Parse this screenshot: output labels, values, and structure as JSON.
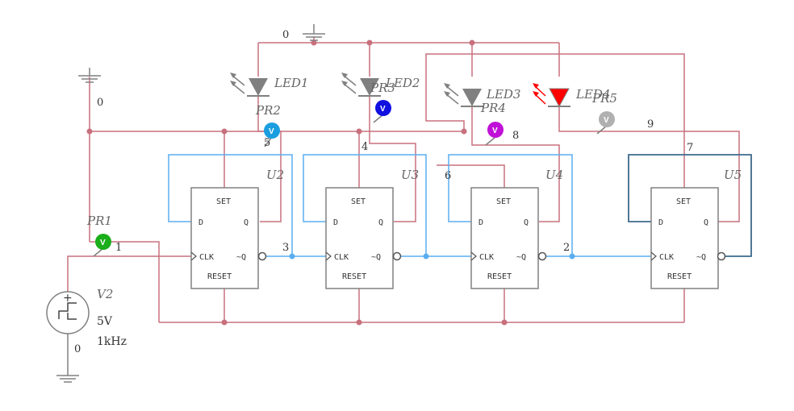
{
  "nets": {
    "n0_top": "0",
    "n0_left": "0",
    "n0_src": "0",
    "n1": "1",
    "n2": "2",
    "n3": "3",
    "n4": "4",
    "n5": "5",
    "n6": "6",
    "n7": "7",
    "n8": "8",
    "n9": "9"
  },
  "leds": [
    {
      "label": "LED1",
      "lit": false
    },
    {
      "label": "LED2",
      "lit": false
    },
    {
      "label": "LED3",
      "lit": false
    },
    {
      "label": "LED4",
      "lit": true
    }
  ],
  "flipflops": [
    {
      "ref": "U2",
      "set": "SET",
      "d": "D",
      "q": "Q",
      "clk": "CLK",
      "nq": "~Q",
      "reset": "RESET"
    },
    {
      "ref": "U3",
      "set": "SET",
      "d": "D",
      "q": "Q",
      "clk": "CLK",
      "nq": "~Q",
      "reset": "RESET"
    },
    {
      "ref": "U4",
      "set": "SET",
      "d": "D",
      "q": "Q",
      "clk": "CLK",
      "nq": "~Q",
      "reset": "RESET"
    },
    {
      "ref": "U5",
      "set": "SET",
      "d": "D",
      "q": "Q",
      "clk": "CLK",
      "nq": "~Q",
      "reset": "RESET"
    }
  ],
  "probes": [
    {
      "ref": "PR1",
      "symbol": "V",
      "color": "#1aae1a"
    },
    {
      "ref": "PR2",
      "symbol": "V",
      "color": "#1a9ee0"
    },
    {
      "ref": "PR3",
      "symbol": "V",
      "color": "#1010e0"
    },
    {
      "ref": "PR4",
      "symbol": "V",
      "color": "#c010d8"
    },
    {
      "ref": "PR5",
      "symbol": "V",
      "color": "#b0b0b0"
    }
  ],
  "source": {
    "ref": "V2",
    "voltage": "5V",
    "frequency": "1kHz",
    "plus": "+"
  },
  "colors": {
    "wire": "#c8707e",
    "clock_wire": "#5aaef0",
    "led_lit": "#ff0000",
    "led_off": "#808080"
  }
}
